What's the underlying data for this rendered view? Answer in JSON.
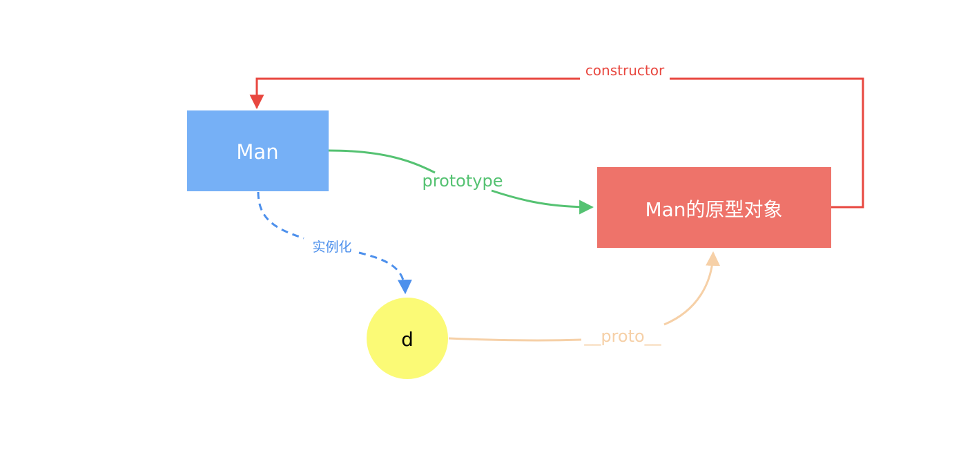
{
  "nodes": {
    "man": {
      "label": "Man",
      "color": "#76b0f6"
    },
    "prototype_object": {
      "label": "Man的原型对象",
      "color": "#ee736a"
    },
    "instance_d": {
      "label": "d",
      "color": "#fbfa76"
    }
  },
  "edges": {
    "constructor": {
      "label": "constructor",
      "color": "#e8473f"
    },
    "prototype": {
      "label": "prototype",
      "color": "#55c272"
    },
    "instantiate": {
      "label": "实例化",
      "color": "#4d90ec"
    },
    "proto": {
      "label": "__proto__",
      "color": "#f6d0a7"
    }
  },
  "colors": {
    "node_text": "#ffffff",
    "d_text": "#000000",
    "background": "#ffffff"
  }
}
